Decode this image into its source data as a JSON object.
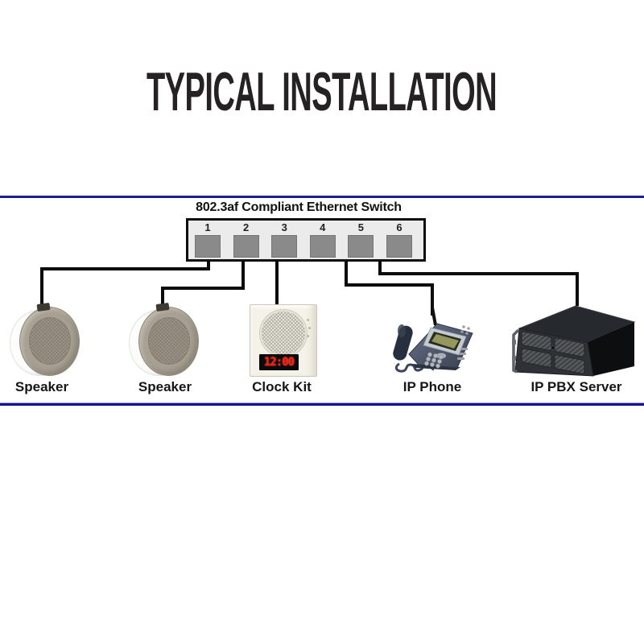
{
  "title": "TYPICAL INSTALLATION",
  "switch": {
    "label": "802.3af Compliant Ethernet Switch",
    "ports": [
      "1",
      "2",
      "3",
      "4",
      "5",
      "6"
    ]
  },
  "devices": [
    {
      "label": "Speaker",
      "type": "ceiling-speaker",
      "connected_port": "1"
    },
    {
      "label": "Speaker",
      "type": "ceiling-speaker",
      "connected_port": "2"
    },
    {
      "label": "Clock Kit",
      "type": "clock-speaker-kit",
      "connected_port": "3",
      "display": "12:00"
    },
    {
      "label": "IP Phone",
      "type": "desk-ip-phone",
      "connected_port": "5"
    },
    {
      "label": "IP PBX Server",
      "type": "rackmount-server",
      "connected_port": "6"
    }
  ],
  "connections": [
    {
      "from_port": "1",
      "to_device": "Speaker"
    },
    {
      "from_port": "2",
      "to_device": "Speaker"
    },
    {
      "from_port": "3",
      "to_device": "Clock Kit"
    },
    {
      "from_port": "5",
      "to_device": "IP Phone"
    },
    {
      "from_port": "6",
      "to_device": "IP PBX Server"
    }
  ],
  "colors": {
    "divider_blue": "#1d1d99",
    "cable_black": "#0c0c0c",
    "title_ink": "#262223",
    "switch_port_gray": "#8a8a8a",
    "clock_digit_red": "#ff2012",
    "speaker_tan": "#a7a093"
  }
}
